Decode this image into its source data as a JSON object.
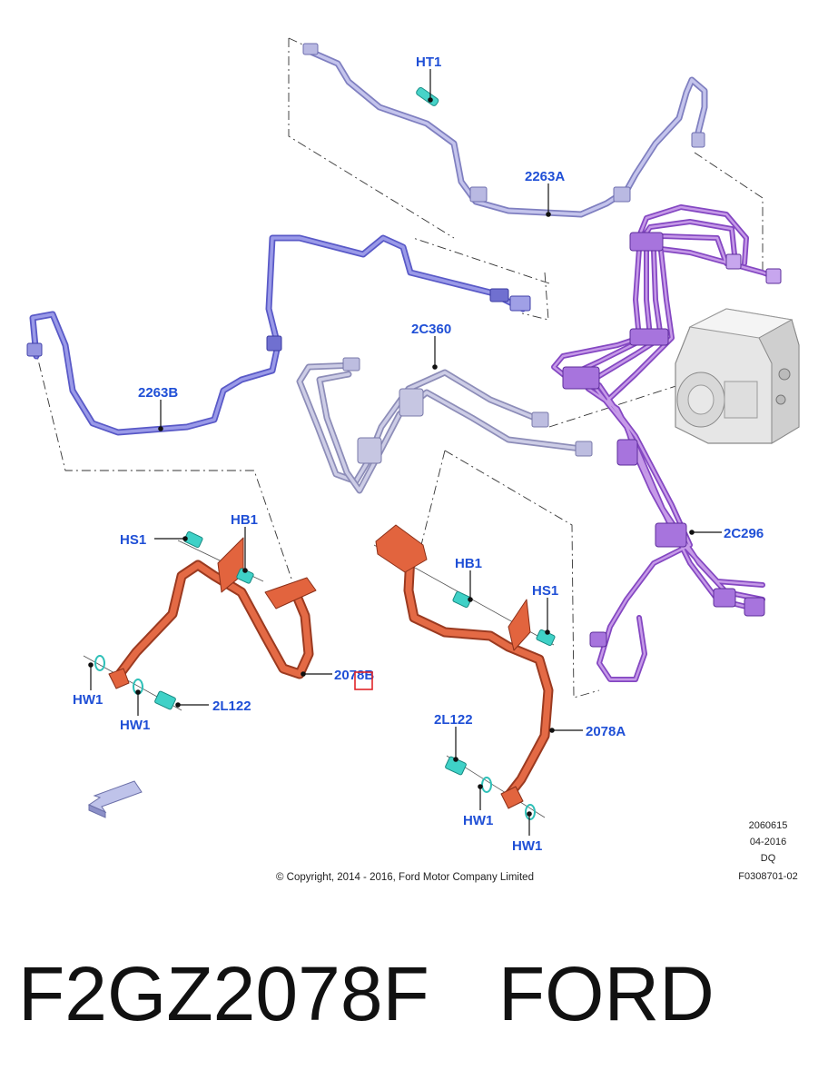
{
  "callouts": {
    "ht1": "HT1",
    "p2263a": "2263A",
    "p2263b": "2263B",
    "p2c360": "2C360",
    "p2c296": "2C296",
    "hs1_left": "HS1",
    "hb1_left": "HB1",
    "p2078b": "2078B",
    "hw1_left_a": "HW1",
    "hw1_left_b": "HW1",
    "p2l122_left": "2L122",
    "hb1_right": "HB1",
    "hs1_right": "HS1",
    "p2l122_right": "2L122",
    "p2078a": "2078A",
    "hw1_right_a": "HW1",
    "hw1_right_b": "HW1"
  },
  "meta": {
    "line1": "2060615",
    "line2": "04-2016",
    "line3": "DQ",
    "line4": "F0308701-02"
  },
  "copyright": "© Copyright, 2014 - 2016, Ford Motor Company Limited",
  "part_number": "F2GZ2078F",
  "brand": "FORD",
  "colors": {
    "callout_text": "#1f4fd6",
    "upper_line": "#9d9dd6",
    "lower_line": "#6f6fd8",
    "grey_line": "#a9a9cc",
    "purple_lines": "#9a5bd0",
    "hose": "#d8603e",
    "fastener": "#3fd1c7",
    "highlight_box": "#e0262a"
  },
  "icons": {
    "direction_arrow": "front-direction-arrow-icon",
    "abs_module": "abs-module-icon"
  }
}
